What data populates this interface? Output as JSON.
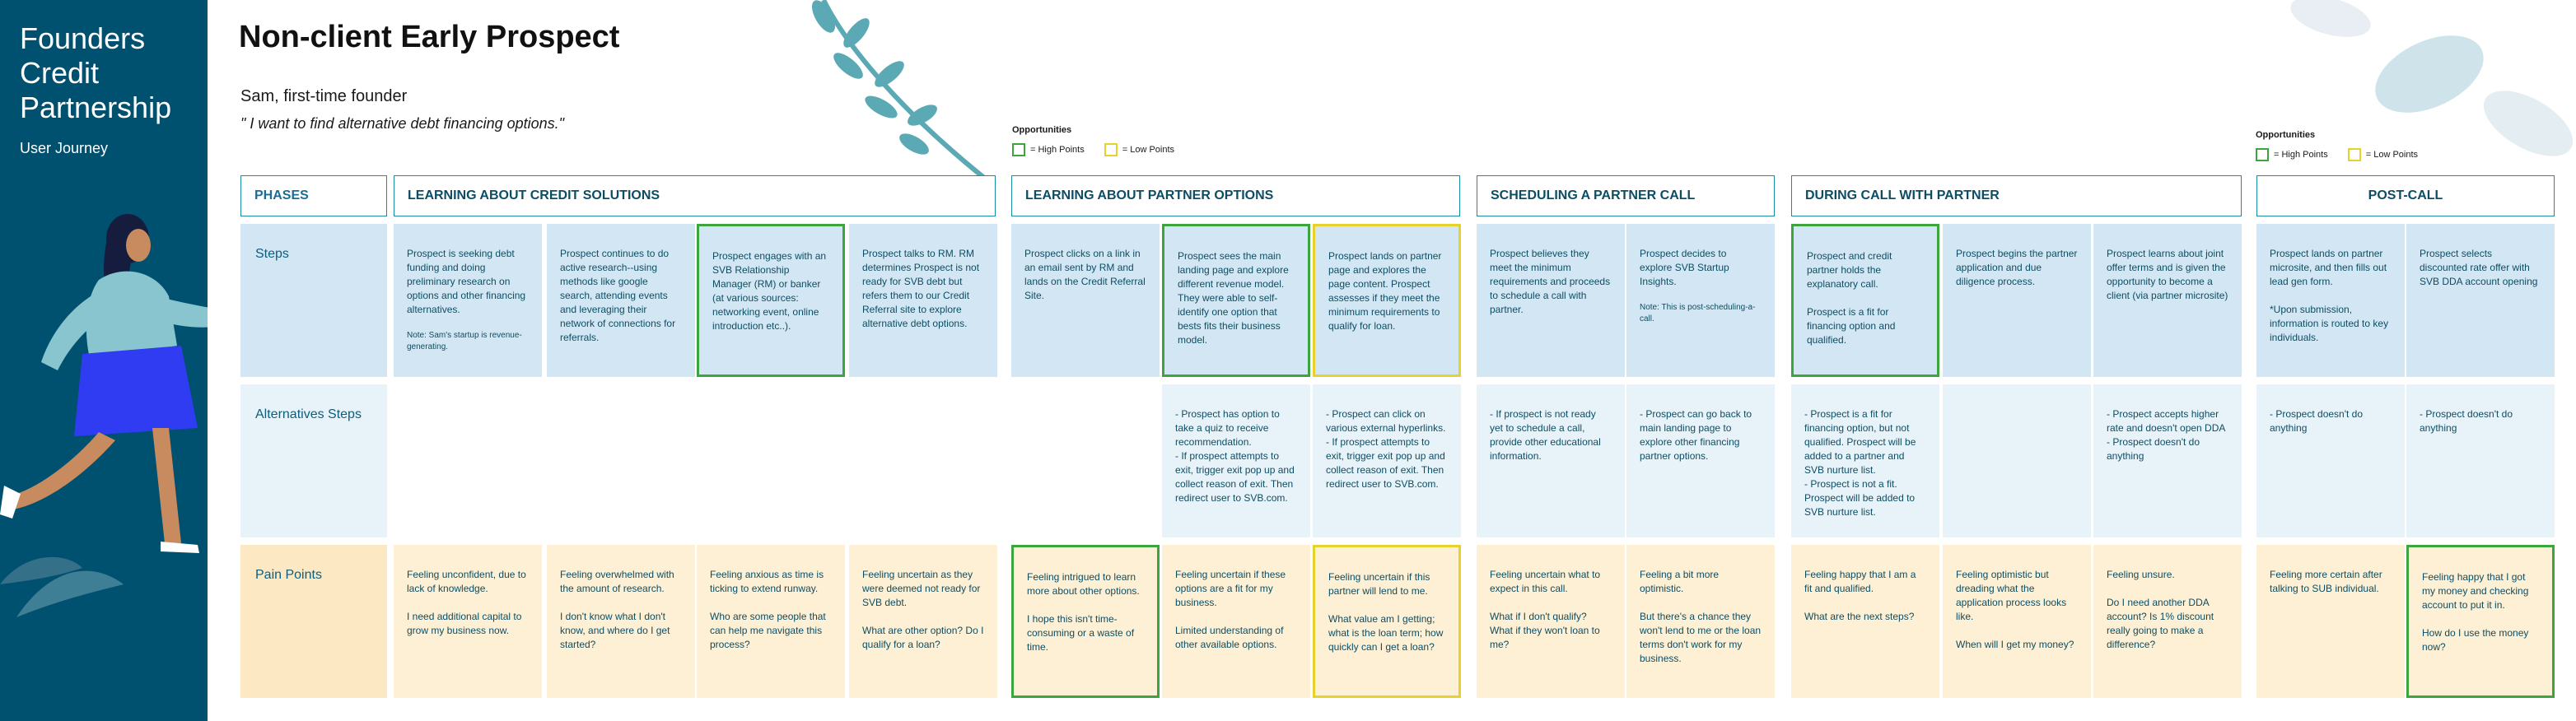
{
  "sidebar": {
    "title": "Founders Credit Partnership",
    "subtitle": "User Journey"
  },
  "header": {
    "title": "Non-client Early Prospect",
    "persona": "Sam, first-time founder",
    "quote": "\" I want to find alternative debt financing options.\""
  },
  "legend": {
    "title": "Opportunities",
    "high": "= High Points",
    "low": "= Low Points"
  },
  "colors": {
    "sidebar": "#00506f",
    "high": "#3da53d",
    "low": "#e6d12d",
    "step_bg": "#d2e7f3",
    "alt_bg": "#e7f3f9",
    "pain_bg": "#fdf0d5",
    "phase_border": "#1b8aa3"
  },
  "phases": [
    "PHASES",
    "LEARNING ABOUT CREDIT SOLUTIONS",
    "LEARNING ABOUT PARTNER OPTIONS",
    "SCHEDULING A PARTNER CALL",
    "DURING CALL WITH PARTNER",
    "POST-CALL"
  ],
  "rows": {
    "steps": "Steps",
    "alternatives": "Alternatives Steps",
    "pain": "Pain Points"
  },
  "steps": [
    {
      "text": "Prospect is seeking debt funding and doing preliminary research on options and other financing alternatives.",
      "note": "Note: Sam's startup is revenue-generating."
    },
    {
      "text": "Prospect continues to do active research--using methods like google search, attending events and leveraging their network of connections for referrals."
    },
    {
      "text": "Prospect engages with an SVB Relationship Manager (RM) or banker (at various sources: networking event, online introduction etc..)."
    },
    {
      "text": "Prospect talks to RM. RM determines Prospect is not ready for SVB debt but refers them to our Credit Referral site to explore alternative debt options."
    },
    {
      "text": "Prospect clicks on a link in an email sent by RM and lands on the Credit Referral Site."
    },
    {
      "text": "Prospect sees the main landing page and explore different revenue model. They were able to self-identify one option that bests fits their business model."
    },
    {
      "text": "Prospect lands on partner page and explores the page content. Prospect assesses if they meet the minimum requirements to qualify for loan."
    },
    {
      "text": "Prospect believes they meet the minimum requirements and proceeds to schedule a call with partner."
    },
    {
      "text": "Prospect decides to explore SVB Startup Insights.",
      "note": "Note: This is post-scheduling-a-call."
    },
    {
      "text": "Prospect and credit partner holds the explanatory call.\n\nProspect is a fit for financing option and qualified."
    },
    {
      "text": "Prospect begins the partner application and due diligence process."
    },
    {
      "text": "Prospect learns about joint offer terms and is given the opportunity to become a client (via partner microsite)"
    },
    {
      "text": "Prospect lands on partner microsite, and then fills out lead gen form.\n\n*Upon submission, information is routed to key individuals."
    },
    {
      "text": "Prospect selects discounted rate offer with SVB DDA account opening"
    }
  ],
  "alternatives": [
    {
      "text": ""
    },
    {
      "text": ""
    },
    {
      "text": ""
    },
    {
      "text": ""
    },
    {
      "text": ""
    },
    {
      "text": "- Prospect has option to take a quiz to receive recommendation.\n- If prospect attempts to exit, trigger exit pop up and collect reason of exit. Then redirect user to SVB.com."
    },
    {
      "text": "- Prospect can click on various external hyperlinks.\n- If prospect attempts to exit, trigger exit pop up and collect reason of exit. Then redirect user to SVB.com."
    },
    {
      "text": "- If prospect is not ready yet to schedule a call, provide other educational information."
    },
    {
      "text": "- Prospect can go back to main landing page to explore other financing partner options."
    },
    {
      "text": "- Prospect is a fit for financing option, but not qualified. Prospect will be added to a partner and SVB nurture list.\n- Prospect is not a fit. Prospect will be added to SVB nurture list."
    },
    {
      "text": ""
    },
    {
      "text": "- Prospect accepts higher rate and doesn't open DDA\n- Prospect doesn't do anything"
    },
    {
      "text": "- Prospect doesn't do anything"
    },
    {
      "text": "- Prospect doesn't do anything"
    }
  ],
  "pain": [
    {
      "text": "Feeling unconfident, due to lack of knowledge.\n\nI need additional capital to grow my business now."
    },
    {
      "text": "Feeling overwhelmed with the amount of research.\n\nI don't know what I don't know, and where do I get started?"
    },
    {
      "text": "Feeling anxious as time is ticking to extend runway.\n\nWho are some people that can help me navigate this process?"
    },
    {
      "text": "Feeling uncertain as they were deemed not ready for SVB debt.\n\nWhat are other option? Do I qualify for a loan?"
    },
    {
      "text": "Feeling intrigued to learn more about other options.\n\nI hope this isn't time-consuming or a waste of time."
    },
    {
      "text": "Feeling uncertain if these options are a fit for my business.\n\nLimited understanding of other available options."
    },
    {
      "text": "Feeling uncertain if this partner will lend to me.\n\nWhat value am I getting; what is the loan term; how quickly can I get a loan?"
    },
    {
      "text": "Feeling uncertain what to expect in this call.\n\nWhat if I don't qualify? What if they won't loan to me?"
    },
    {
      "text": "Feeling a bit more optimistic.\n\nBut there's a chance they won't lend to me or the loan terms don't work for my business."
    },
    {
      "text": "Feeling happy that I am a fit and qualified.\n\nWhat are the next steps?"
    },
    {
      "text": "Feeling optimistic but dreading what the application process looks like.\n\nWhen will I get my money?"
    },
    {
      "text": "Feeling unsure.\n\nDo I need another DDA account? Is 1% discount really going to make a difference?"
    },
    {
      "text": "Feeling more certain after talking to SUB individual."
    },
    {
      "text": "Feeling happy that I got my money and checking account to put it in.\n\nHow do I use the money now?"
    }
  ]
}
